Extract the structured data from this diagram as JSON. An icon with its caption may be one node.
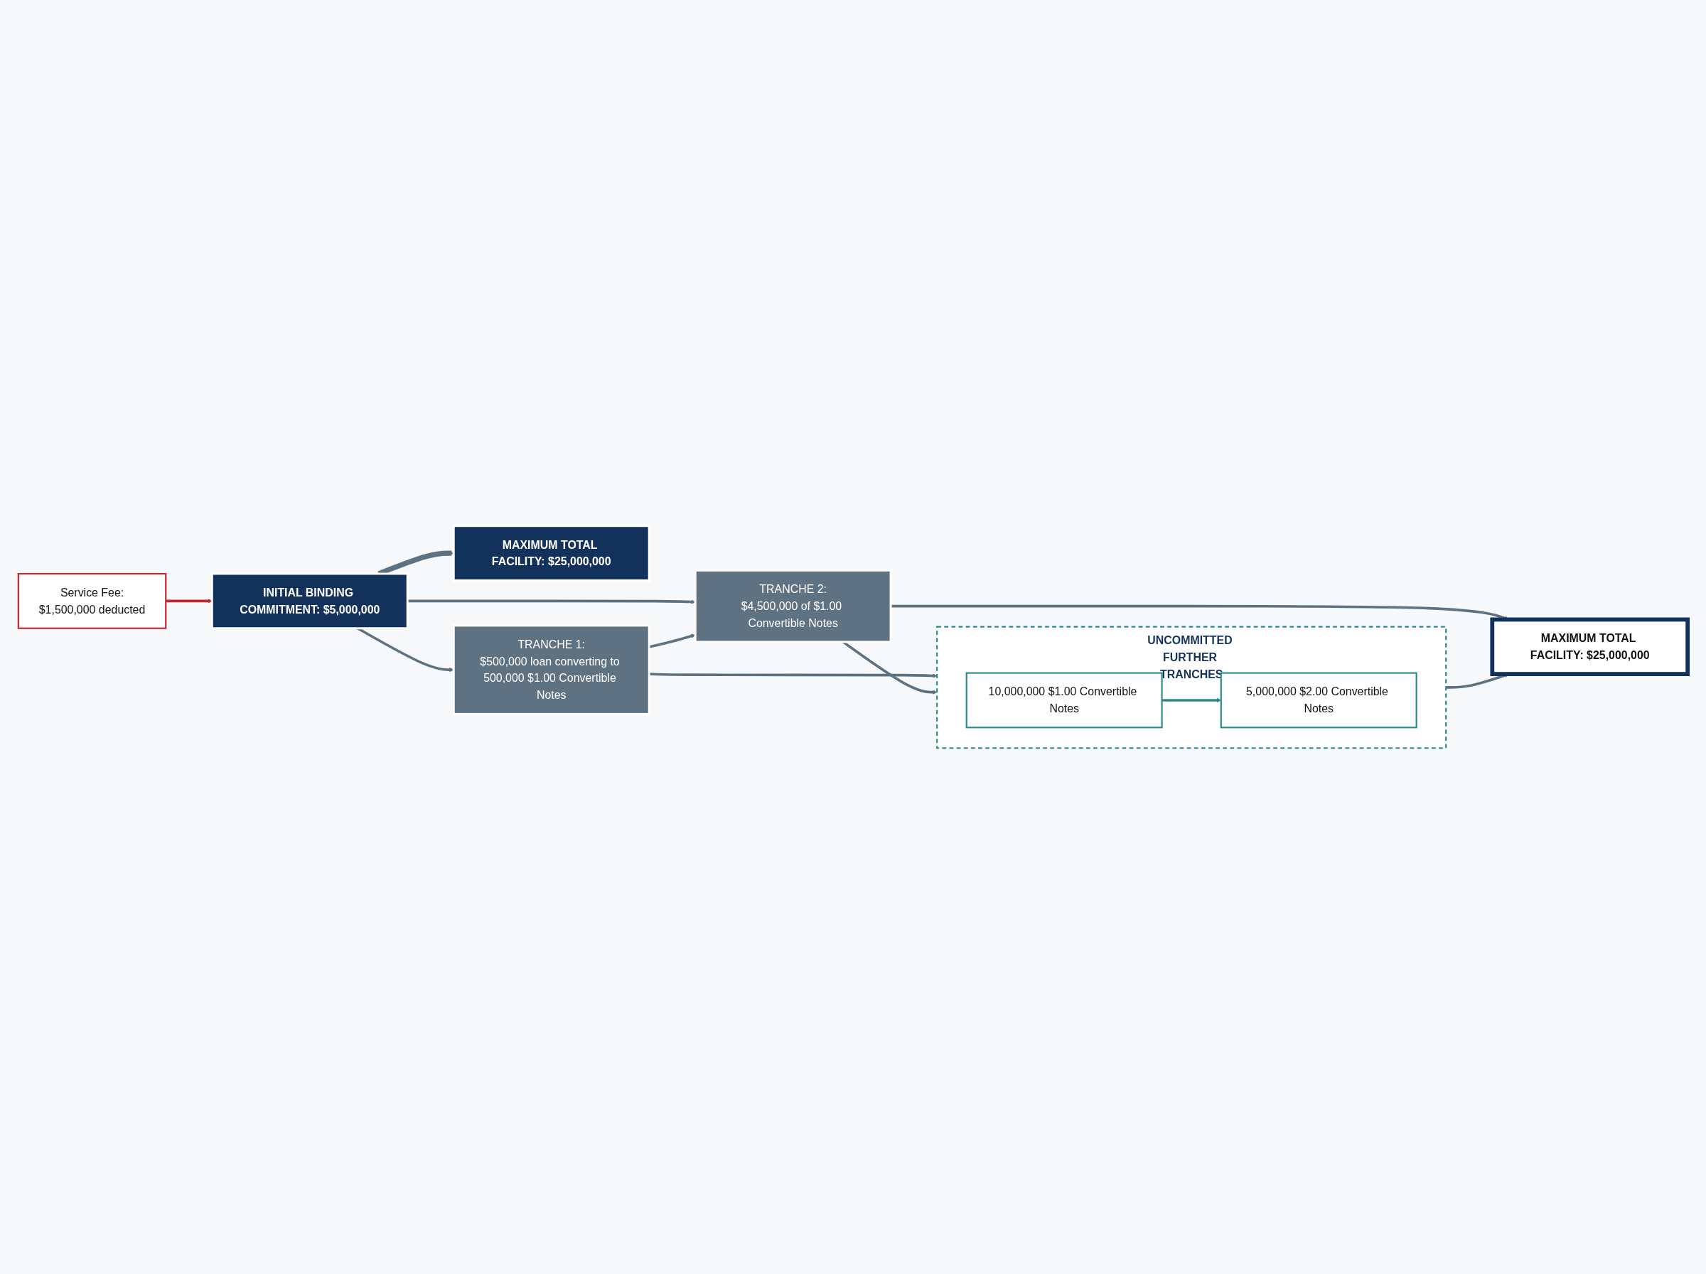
{
  "diagram": {
    "nodes": [
      {
        "text": [
          "Service Fee:",
          "$1,500,000 deducted"
        ]
      },
      {
        "text": [
          "INITIAL BINDING COMMITMENT: $5,000,000"
        ]
      },
      {
        "text": [
          "MAXIMUM TOTAL FACILITY: $25,000,000"
        ]
      },
      {
        "text": [
          "TRANCHE 1:",
          "$500,000 loan converting to 500,000 $1.00 Convertible Notes"
        ]
      },
      {
        "text": [
          "UNCOMMITTED FURTHER TRANCHES"
        ]
      },
      {
        "text": [
          "10,000,000 $1.00 Convertible Notes"
        ],
        "in": 4
      },
      {
        "text": [
          "5,000,000 $2.00 Convertible Notes"
        ],
        "in": 4
      },
      {
        "text": [
          "TRANCHE 2:",
          "$4,500,000 of $1.00 Convertible Notes"
        ]
      },
      {
        "text": [
          "MAXIMUM TOTAL FACILITY: $25,000,000"
        ]
      }
    ],
    "edges": [
      {
        "from": 0,
        "to": 1,
        "arrow": "to",
        "color": "#c0282d"
      },
      {
        "from": 1,
        "to": 2,
        "arrow": "to",
        "style": "thick"
      },
      {
        "from": 1,
        "to": 3,
        "arrow": "to"
      },
      {
        "from": 1,
        "to": 7,
        "arrow": "to"
      },
      {
        "from": 3,
        "to": 7,
        "arrow": "to"
      },
      {
        "from": 3,
        "to": 4,
        "arrow": "to"
      },
      {
        "from": 7,
        "to": 4,
        "arrow": "to"
      },
      {
        "from": 5,
        "to": 6,
        "arrow": "to",
        "color": "#2a8a8a"
      },
      {
        "from": 4,
        "to": 8,
        "arrow": "to"
      },
      {
        "from": 7,
        "to": 8,
        "arrow": "to"
      }
    ]
  }
}
